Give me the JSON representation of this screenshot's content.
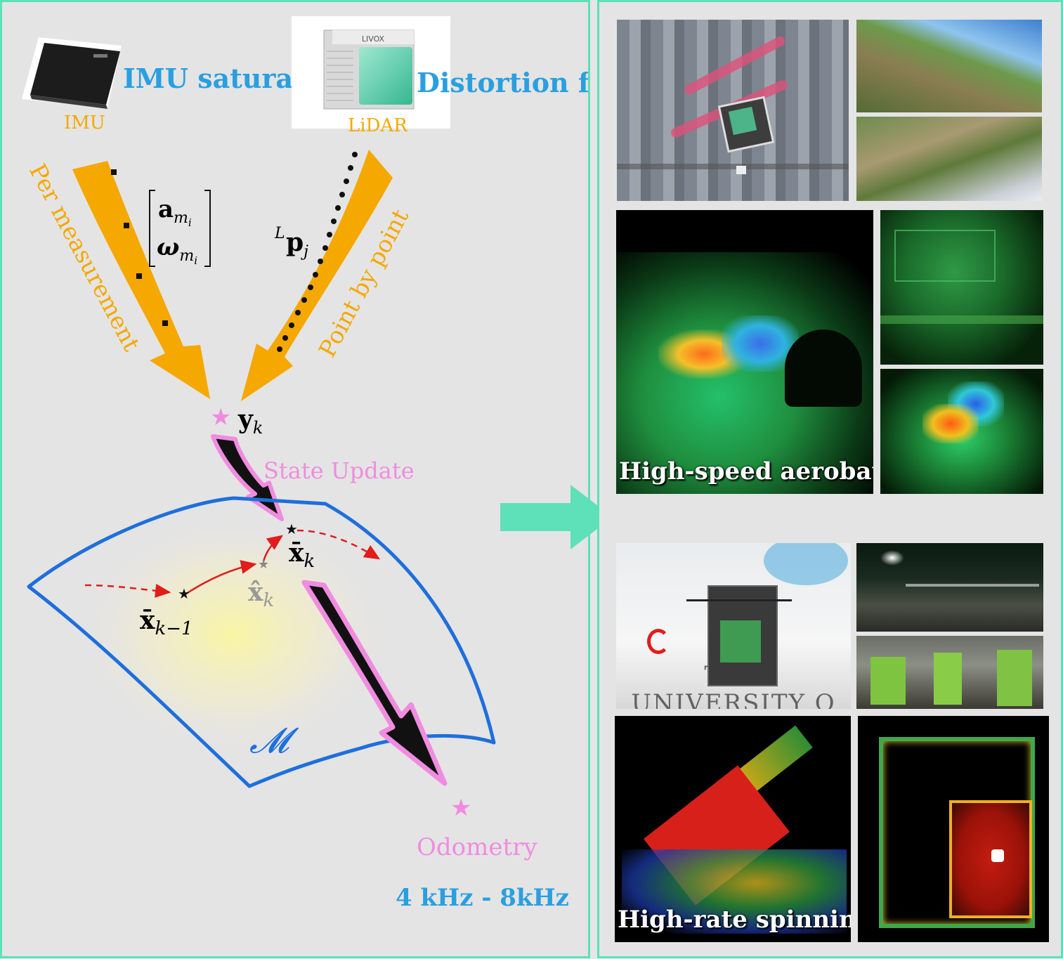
{
  "left": {
    "imu_label": "IMU",
    "lidar_label": "LiDAR",
    "lidar_brand": "LIVOX",
    "imu_heading": "IMU saturation",
    "lidar_heading": "Distortion free",
    "per_measurement": "Per measurement",
    "point_by_point": "Point by point",
    "imu_vector_top": "a",
    "imu_vector_top_sub": "m",
    "imu_vector_top_subsub": "i",
    "imu_vector_bottom": "ω",
    "imu_vector_bottom_sub": "m",
    "imu_vector_bottom_subsub": "i",
    "lidar_point_sup": "L",
    "lidar_point": "p",
    "lidar_point_sub": "j",
    "measurement": "y",
    "measurement_sub": "k",
    "state_update": "State Update",
    "state_bar": "x̄",
    "state_bar_sub": "k",
    "state_prev": "x̄",
    "state_prev_sub": "k−1",
    "state_hat": "x̂",
    "state_hat_sub": "k",
    "manifold": "𝓜",
    "odometry": "Odometry",
    "rate": "4 kHz - 8kHz"
  },
  "right": {
    "caption_top": "High-speed aerobatics",
    "caption_bottom": "High-rate spinning",
    "banner_text": "THE UNIVERSITY O"
  },
  "colors": {
    "accent_border": "#5ee0b8",
    "orange": "#f5a800",
    "blue_text": "#2a9fe0",
    "pink": "#f08ce0",
    "manifold_blue": "#1e6fdc",
    "red": "#e21b1b"
  }
}
